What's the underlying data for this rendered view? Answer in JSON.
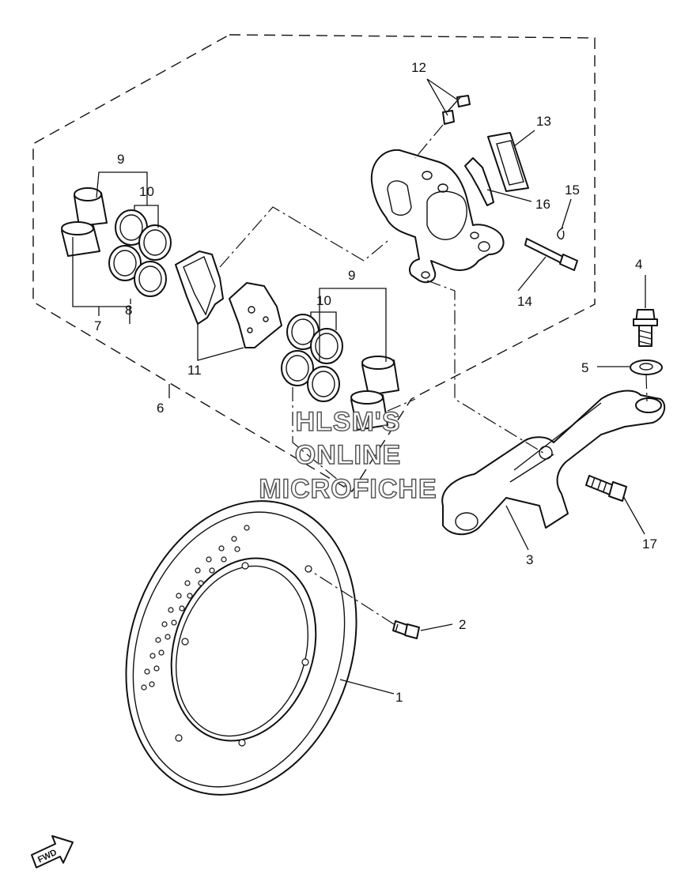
{
  "callouts": [
    "1",
    "2",
    "3",
    "4",
    "5",
    "6",
    "7",
    "8",
    "9",
    "9",
    "10",
    "10",
    "11",
    "12",
    "13",
    "14",
    "15",
    "16",
    "17"
  ],
  "watermark": {
    "line1": "HLSM'S",
    "line2": "ONLINE",
    "line3": "MICROFICHE"
  },
  "fwd_label": "FWD"
}
